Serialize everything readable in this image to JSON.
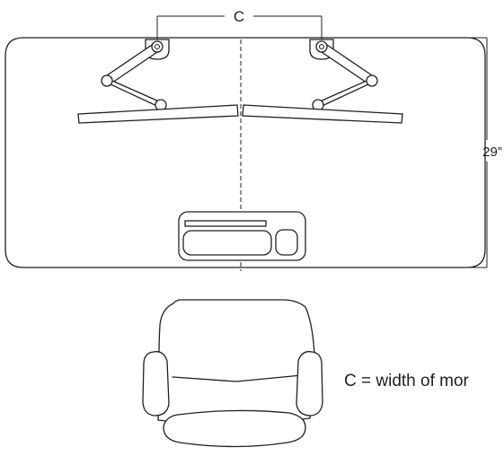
{
  "labels": {
    "spacing_letter": "C",
    "depth_dimension": "29”",
    "legend": "C = width of mor"
  },
  "colors": {
    "ink": "#231f20",
    "background": "#ffffff"
  }
}
